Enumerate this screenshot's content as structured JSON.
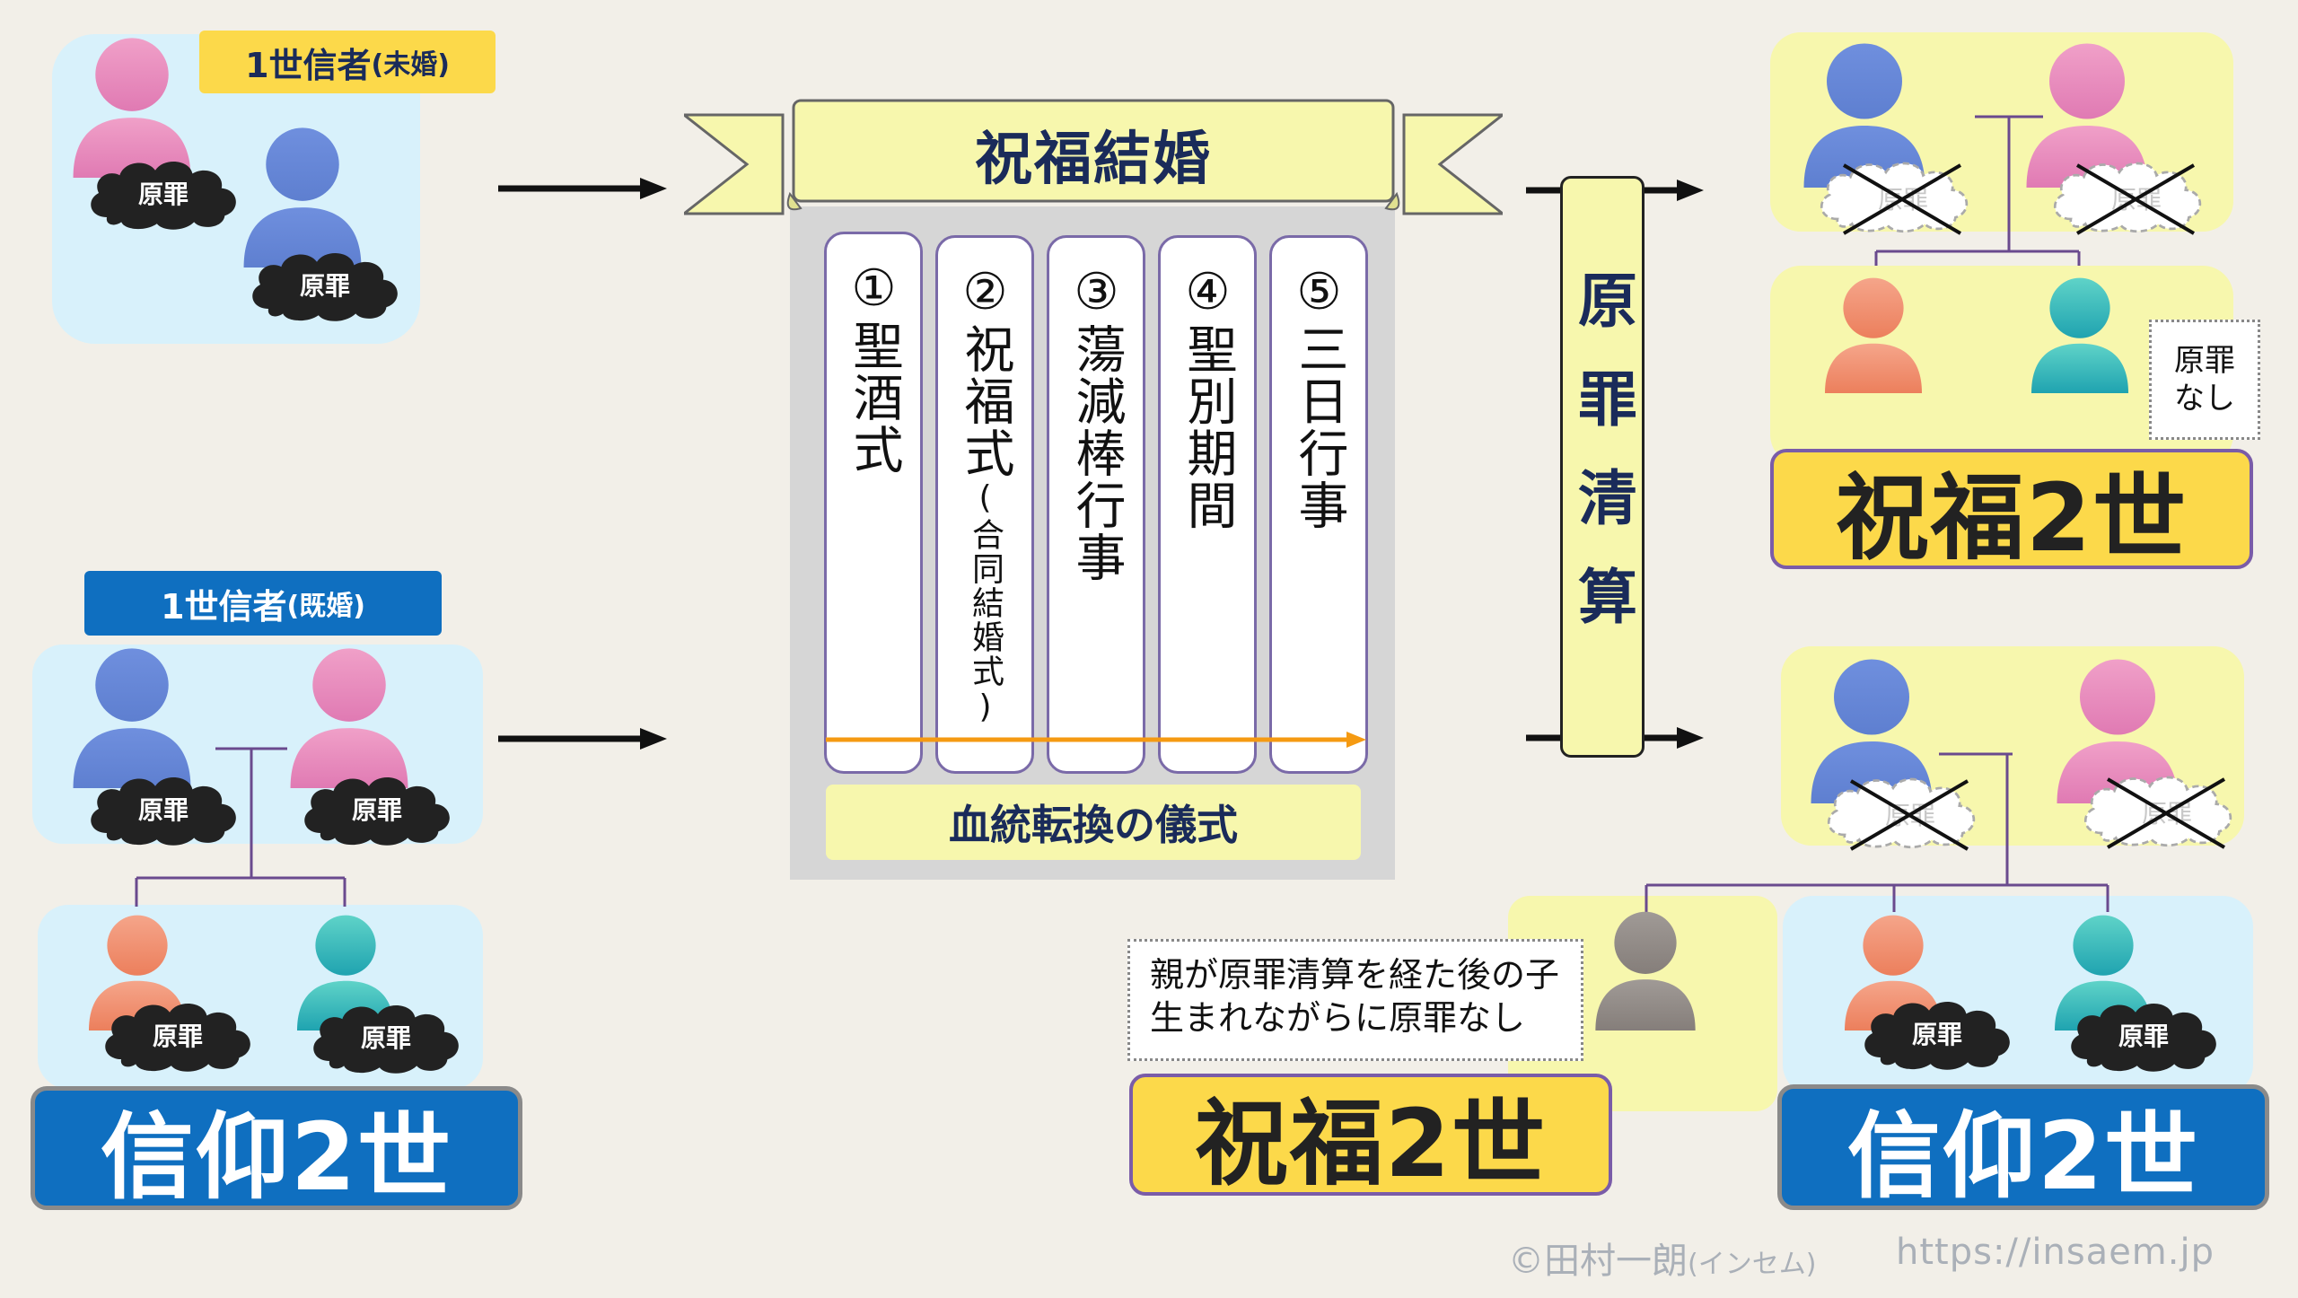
{
  "first_gen_single": {
    "label": "1世信者",
    "label_sub": "(未婚)",
    "sin": "原罪"
  },
  "first_gen_married": {
    "label": "1世信者",
    "label_sub": "(既婚)",
    "sin": "原罪"
  },
  "faith_gen2": "信仰2世",
  "blessing": {
    "banner": "祝福結婚",
    "steps": [
      {
        "num": "①",
        "text": "聖酒式",
        "sub": ""
      },
      {
        "num": "②",
        "text": "祝福式",
        "sub": "(合同結婚式)"
      },
      {
        "num": "③",
        "text": "蕩減棒行事",
        "sub": ""
      },
      {
        "num": "④",
        "text": "聖別期間",
        "sub": ""
      },
      {
        "num": "⑤",
        "text": "三日行事",
        "sub": ""
      }
    ],
    "caption": "血統転換の儀式"
  },
  "settlement": "原罪清算",
  "blessed_gen2": "祝福2世",
  "no_sin_note": {
    "line1": "原罪",
    "line2": "なし"
  },
  "child_note": {
    "line1": "親が原罪清算を経た後の子",
    "line2": "生まれながらに原罪なし"
  },
  "footer": {
    "credit_main": "©田村一朗",
    "credit_sub": "(インセム)",
    "url": "https://insaem.jp"
  },
  "colors": {
    "background": "#f2efe8",
    "panel_blue": "#d8f1fb",
    "panel_yellow": "#f7f7ad",
    "faith_box": "#0f6fc0",
    "blessed_box": "#fcd94a",
    "border_purple": "#7a5ca8",
    "arrow_orange": "#f59a12"
  }
}
